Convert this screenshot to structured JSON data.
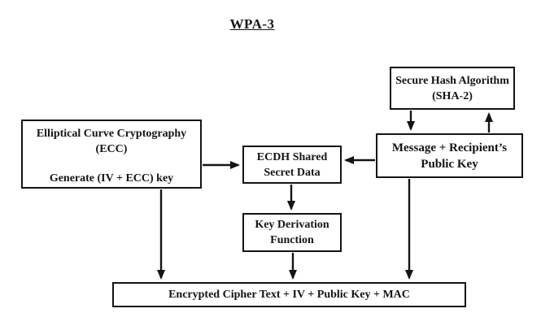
{
  "page": {
    "title": "WPA-3"
  },
  "diagram": {
    "nodes": {
      "ecc": {
        "title": "Elliptical Curve Cryptography (ECC)",
        "subtitle": "Generate (IV + ECC) key"
      },
      "sha": {
        "label": "Secure Hash Algorithm (SHA-2)"
      },
      "message": {
        "label": "Message + Recipient’s Public Key"
      },
      "ecdh": {
        "label": "ECDH Shared Secret Data"
      },
      "kdf": {
        "label": "Key Derivation Function"
      },
      "output": {
        "label": "Encrypted Cipher Text + IV + Public Key + MAC"
      }
    },
    "edges": [
      {
        "from": "ecc",
        "to": "ecdh"
      },
      {
        "from": "message",
        "to": "ecdh"
      },
      {
        "from": "sha",
        "to": "message"
      },
      {
        "from": "message",
        "to": "sha"
      },
      {
        "from": "ecdh",
        "to": "kdf"
      },
      {
        "from": "ecc",
        "to": "output"
      },
      {
        "from": "kdf",
        "to": "output"
      },
      {
        "from": "message",
        "to": "output"
      }
    ],
    "colors": {
      "stroke": "#141414",
      "box_fill": "#ffffff",
      "background": "#ffffff"
    }
  }
}
